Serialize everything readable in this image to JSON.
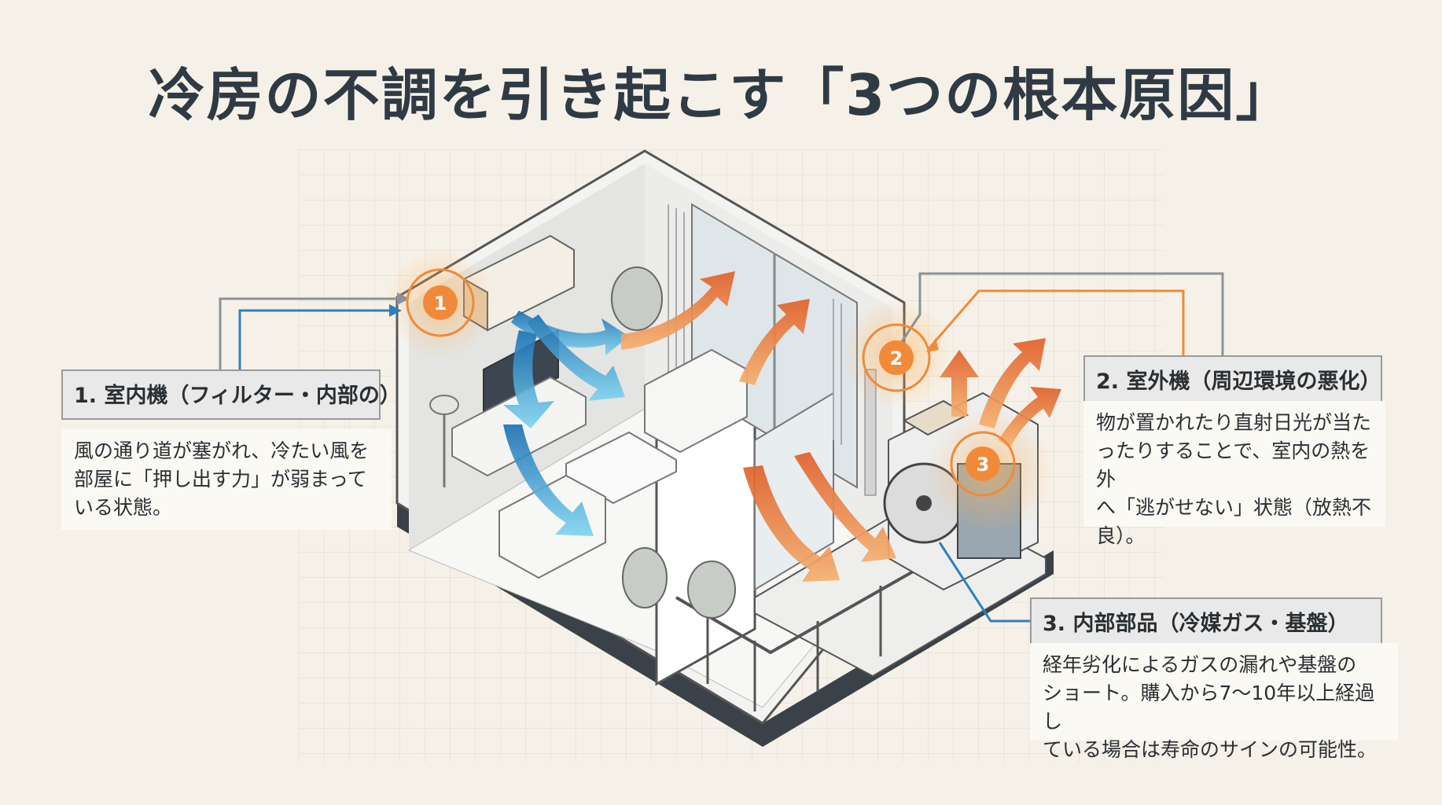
{
  "title": "冷房の不調を引き起こす「3つの根本原因」",
  "colors": {
    "background": "#f6f1e8",
    "accent_orange": "#f08a3a",
    "airflow_blue": "#2a8fd0",
    "line_blue": "#2f7fc0",
    "text_dark": "#2f3a44"
  },
  "callouts": [
    {
      "number": "1",
      "heading": "1. 室内機（フィルター・内部の）",
      "body_lines": [
        "風の通り道が塞がれ、冷たい風を",
        "部屋に「押し出す力」が弱まって",
        "いる状態。"
      ]
    },
    {
      "number": "2",
      "heading": "2. 室外機（周辺環境の悪化）",
      "body_lines": [
        "物が置かれたり直射日光が当た",
        "ったりすることで、室内の熱を外",
        "へ「逃がせない」状態（放熱不",
        "良）。"
      ]
    },
    {
      "number": "3",
      "heading": "3. 内部部品（冷媒ガス・基盤）",
      "body_lines": [
        "経年劣化によるガスの漏れや基盤の",
        "ショート。購入から7〜10年以上経過し",
        "ている場合は寿命のサインの可能性。"
      ]
    }
  ]
}
